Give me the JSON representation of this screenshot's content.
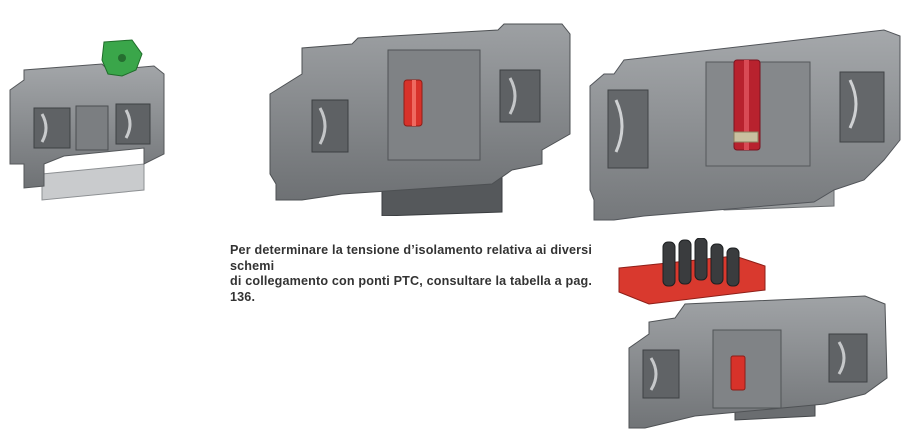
{
  "caption": {
    "line1": "Per determinare la tensione d’isolamento relativa ai diversi schemi",
    "line2": "di collegamento con ponti PTC, consultare la tabella a pag. 136."
  },
  "colors": {
    "terminal_body": "#8a8d90",
    "terminal_dark": "#5c5f62",
    "green_lever": "#3aa64a",
    "red_fuse": "#d8322a",
    "red_bridge": "#d9392e",
    "text": "#333333"
  },
  "products": [
    {
      "name": "terminal-block-with-green-disconnect-lever"
    },
    {
      "name": "terminal-block-with-red-fuse"
    },
    {
      "name": "terminal-block-with-red-fuse-large"
    },
    {
      "name": "terminal-block-with-red-test-bridge"
    }
  ]
}
